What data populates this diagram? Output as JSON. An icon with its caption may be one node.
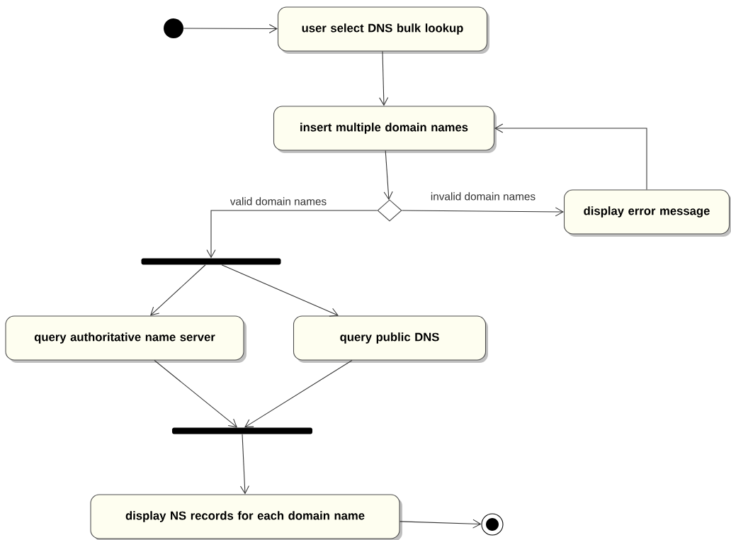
{
  "diagram": {
    "nodes": [
      {
        "text": [],
        "shape": "circle"
      },
      {
        "text": [
          "user select DNS bulk lookup"
        ]
      },
      {
        "text": [
          "insert multiple domain names"
        ]
      },
      {
        "text": [],
        "shape": "diamond"
      },
      {
        "text": [
          "display error message"
        ]
      },
      {
        "text": [],
        "shape": "bar"
      },
      {
        "text": [
          "query authoritative name server"
        ]
      },
      {
        "text": [
          "query public DNS"
        ]
      },
      {
        "text": [],
        "shape": "bar"
      },
      {
        "text": [
          "display NS records for each domain name"
        ]
      },
      {
        "text": [],
        "shape": "circle"
      }
    ],
    "edges": [
      {
        "from": 0,
        "to": 1,
        "arrow": "to"
      },
      {
        "from": 1,
        "to": 2,
        "arrow": "to"
      },
      {
        "from": 2,
        "to": 3,
        "arrow": "to"
      },
      {
        "from": 3,
        "to": 5,
        "arrow": "to",
        "label": "valid domain names"
      },
      {
        "from": 3,
        "to": 4,
        "arrow": "to",
        "label": "invalid domain names"
      },
      {
        "from": 4,
        "to": 2,
        "arrow": "to"
      },
      {
        "from": 5,
        "to": 6,
        "arrow": "to"
      },
      {
        "from": 5,
        "to": 7,
        "arrow": "to"
      },
      {
        "from": 6,
        "to": 8,
        "arrow": "to"
      },
      {
        "from": 7,
        "to": 8,
        "arrow": "to"
      },
      {
        "from": 8,
        "to": 9,
        "arrow": "to"
      },
      {
        "from": 9,
        "to": 10,
        "arrow": "to"
      }
    ]
  }
}
